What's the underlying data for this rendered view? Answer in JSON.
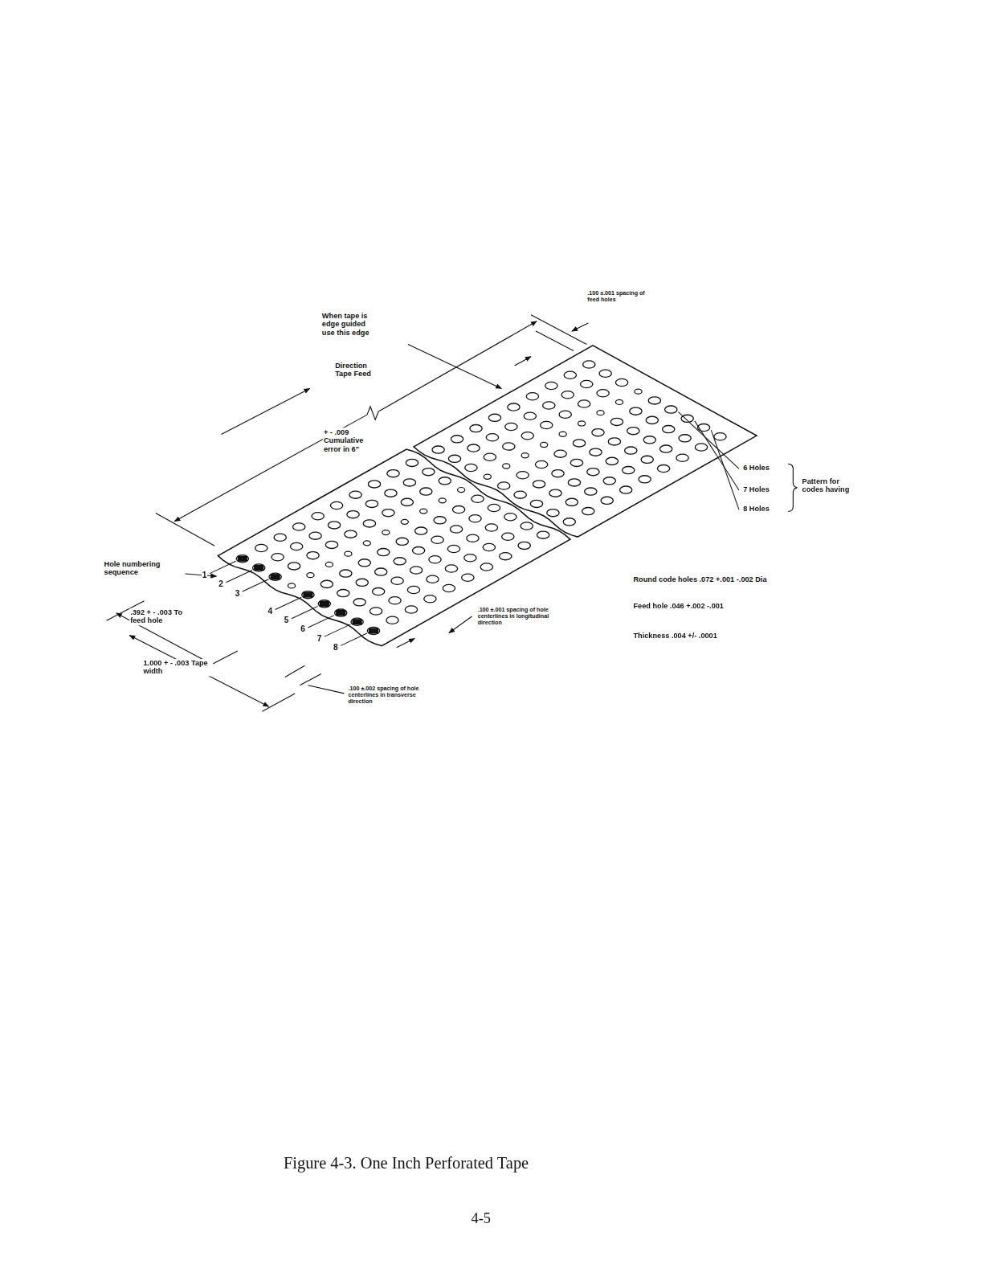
{
  "diagram": {
    "caption": "Figure 4-3. One Inch Perforated Tape",
    "labels": [
      ".100 ±.001 spacing of feed holes",
      "When tape is edge guided use this edge",
      "Direction Tape Feed",
      "+ - .009 Cumulative error in 6\"",
      "Hole numbering sequence",
      "1",
      "2",
      "3",
      "4",
      "5",
      "6",
      "7",
      "8",
      ".392 + - .003 To feed hole",
      "1.000 + - .003 Tape width",
      ".100 ±.002 spacing of hole centerlines in transverse direction",
      ".100 ±.001 spacing of hole centerlines in longitudinal direction",
      "6 Holes",
      "7 Holes",
      "8 Holes",
      "Pattern for codes having",
      "Round code holes .072 +.001 -.002 Dia",
      "Feed hole .046 +.002 -.001",
      "Thickness .004 +/- .0001",
      "4-5"
    ]
  }
}
